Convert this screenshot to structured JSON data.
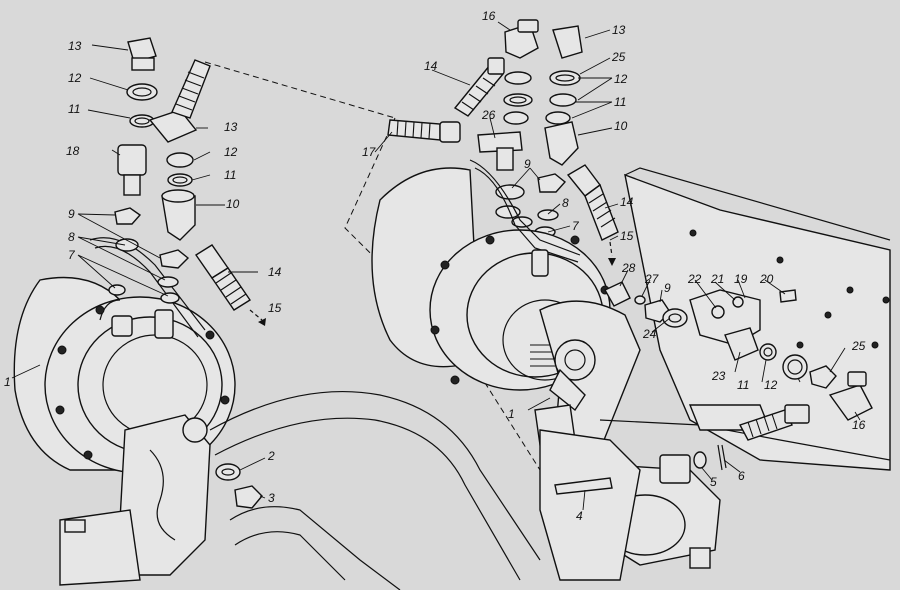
{
  "callouts": {
    "left_13_top": "13",
    "left_12_top": "12",
    "left_11_top": "11",
    "left_13_mid": "13",
    "left_18": "18",
    "left_12_mid": "12",
    "left_11_mid": "11",
    "left_10": "10",
    "left_9": "9",
    "left_8": "8",
    "left_7": "7",
    "left_14": "14",
    "left_15": "15",
    "left_1": "1",
    "left_2": "2",
    "left_3": "3",
    "mid_17": "17",
    "mid_14": "14",
    "mid_16": "16",
    "mid_26": "26",
    "right_13": "13",
    "right_25_top": "25",
    "right_12_top": "12",
    "right_11_top": "11",
    "right_10": "10",
    "right_9_top": "9",
    "right_8": "8",
    "right_7": "7",
    "right_14": "14",
    "right_15": "15",
    "right_28": "28",
    "right_27": "27",
    "right_9_low": "9",
    "right_24": "24",
    "right_22": "22",
    "right_21": "21",
    "right_19": "19",
    "right_20": "20",
    "right_23": "23",
    "right_11_low": "11",
    "right_12_low": "12",
    "right_25_low": "25",
    "right_16": "16",
    "right_1": "1",
    "right_4": "4",
    "right_5": "5",
    "right_6": "6"
  }
}
